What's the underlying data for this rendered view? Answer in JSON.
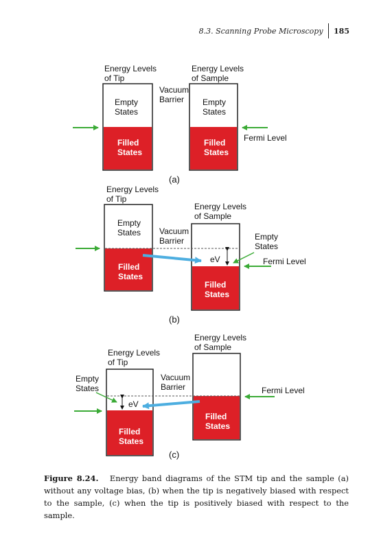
{
  "header": {
    "section": "8.3.  Scanning Probe Microscopy",
    "page_number": "185"
  },
  "figure": {
    "energy_levels_tip": [
      "Energy Levels",
      "of Tip"
    ],
    "energy_levels_sample": [
      "Energy Levels",
      "of Sample"
    ],
    "vacuum_barrier": [
      "Vacuum",
      "Barrier"
    ],
    "empty_states": [
      "Empty",
      "States"
    ],
    "filled_states": [
      "Filled",
      "States"
    ],
    "fermi_level": "Fermi Level",
    "ev": "eV",
    "panels": [
      "(a)",
      "(b)",
      "(c)"
    ]
  },
  "colors": {
    "filled": "#dd2027",
    "arrow_green": "#3aaa35",
    "arrow_blue": "#4daee0"
  },
  "caption": {
    "label": "Figure 8.24.",
    "text": "Energy band diagrams of the STM tip and the sample (a) without any voltage bias, (b) when the tip is negatively biased with respect to the sample, (c) when the tip is positively biased with respect to the sample."
  }
}
